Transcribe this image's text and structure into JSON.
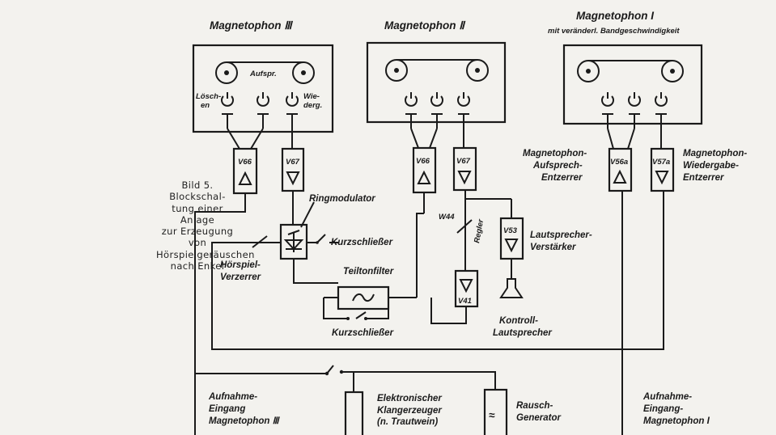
{
  "titles": {
    "mag3": "Magnetophon Ⅲ",
    "mag2": "Magnetophon Ⅱ",
    "mag1": "Magnetophon I",
    "mag1_sub": "mit veränderl. Bandgeschwindigkeit"
  },
  "deck3_labels": {
    "aufspr": "Aufspr.",
    "loeschen_1": "Lösch-",
    "loeschen_2": "en",
    "wieder_1": "Wie-",
    "wieder_2": "derg."
  },
  "amps": {
    "v66a": "V66",
    "v67a": "V67",
    "v66b": "V66",
    "v67b": "V67",
    "v56a": "V56a",
    "v57a": "V57a",
    "v53": "V53",
    "v41": "V41",
    "w44": "W44"
  },
  "labels": {
    "ringmod": "Ringmodulator",
    "kurz1": "Kurzschließer",
    "hoer_1": "Hörspiel-",
    "hoer_2": "Verzerrer",
    "teilton": "Teiltonfilter",
    "kurz2": "Kurzschließer",
    "regler": "Regler",
    "lsv_1": "Lautsprecher-",
    "lsv_2": "Verstärker",
    "kls_1": "Kontroll-",
    "kls_2": "Lautsprecher",
    "mae_1": "Magnetophon-",
    "mae_2": "Aufsprech-",
    "mae_3": "Entzerrer",
    "mwe_1": "Magnetophon-",
    "mwe_2": "Wiedergabe-",
    "mwe_3": "Entzerrer",
    "ein3_1": "Aufnahme-",
    "ein3_2": "Eingang",
    "ein3_3": "Magnetophon Ⅲ",
    "ek_1": "Elektronischer",
    "ek_2": "Klangerzeuger",
    "ek_3": "(n. Trautwein)",
    "rg_1": "Rausch-",
    "rg_2": "Generator",
    "ein1_1": "Aufnahme-",
    "ein1_2": "Eingang-",
    "ein1_3": "Magnetophon I"
  },
  "caption": {
    "line1": "Bild 5. Blockschal-",
    "line2": "tung einer Anlage",
    "line3": "zur Erzeugung von",
    "line4": "Hörspielgeräuschen",
    "line5": "nach Enkel"
  }
}
